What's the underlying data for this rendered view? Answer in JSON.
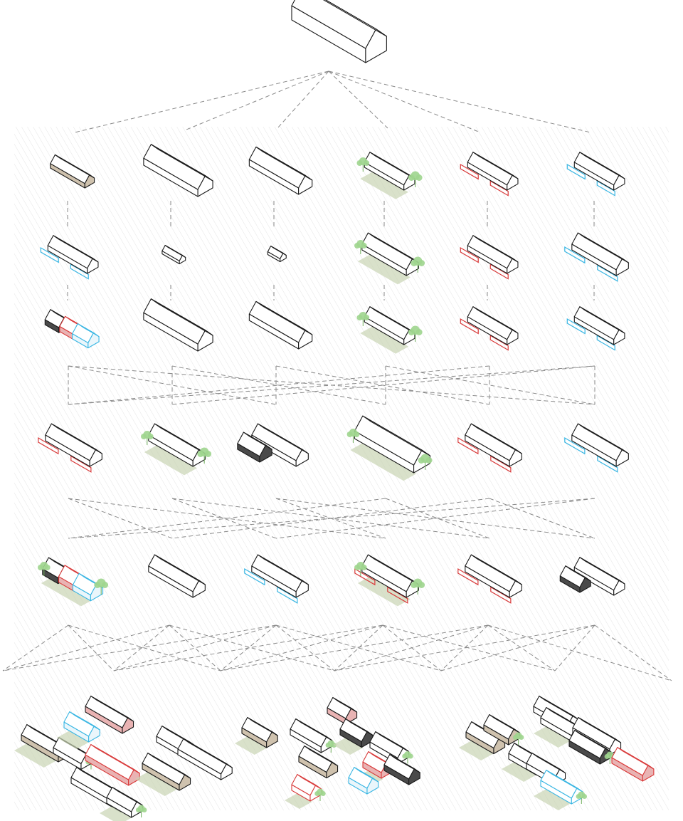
{
  "diagram": {
    "kind": "isometric-typology-tree",
    "root": {
      "icon": "barn-longhouse-icon"
    },
    "colors": {
      "outline": "#1a1a1a",
      "dash": "#8a8a8a",
      "hatch": "#e2e2e2",
      "timber": "#cfc2ae",
      "red": "#d93a3a",
      "red_fill": "#e9b3b3",
      "cyan": "#39b6e3",
      "green": "#9fd58e",
      "plot": "#c9d4b3",
      "dark": "#4a4a4a"
    },
    "rows": [
      {
        "name": "variants-row-1",
        "items": [
          {
            "icon": "timber-barn-icon",
            "tone": "timber",
            "size": 0.7
          },
          {
            "icon": "long-barn-icon",
            "tone": "white",
            "size": 1.1
          },
          {
            "icon": "wide-barn-icon",
            "tone": "white",
            "size": 1.0
          },
          {
            "icon": "barn-with-trees-icon",
            "tone": "white",
            "size": 0.8,
            "trees": true
          },
          {
            "icon": "barn-red-wings-icon",
            "tone": "red",
            "size": 0.8
          },
          {
            "icon": "barn-cyan-wings-icon",
            "tone": "cyan",
            "size": 0.8
          }
        ]
      },
      {
        "name": "variants-row-2",
        "items": [
          {
            "icon": "greenhouse-icon",
            "tone": "cyan",
            "size": 0.8
          },
          {
            "icon": "small-barn-icon",
            "tone": "white",
            "size": 0.35
          },
          {
            "icon": "tiny-barn-icon",
            "tone": "white",
            "size": 0.25
          },
          {
            "icon": "barn-orchard-icon",
            "tone": "white",
            "size": 0.9,
            "trees": true
          },
          {
            "icon": "barn-red-wings-icon",
            "tone": "red",
            "size": 0.8
          },
          {
            "icon": "barn-cyan-wings-icon",
            "tone": "cyan",
            "size": 0.9
          }
        ]
      },
      {
        "name": "variants-row-3",
        "items": [
          {
            "icon": "mixed-barn-icon",
            "tone": "mixed",
            "size": 0.8
          },
          {
            "icon": "barn-extension-icon",
            "tone": "white",
            "size": 1.1
          },
          {
            "icon": "wide-barn-extension-icon",
            "tone": "white",
            "size": 1.0
          },
          {
            "icon": "barn-garden-icon",
            "tone": "white",
            "size": 0.8,
            "trees": true
          },
          {
            "icon": "barn-red-wings-icon",
            "tone": "red",
            "size": 0.8
          },
          {
            "icon": "barn-cyan-wings-icon",
            "tone": "cyan",
            "size": 0.8
          }
        ]
      },
      {
        "name": "combinations-row-1",
        "items": [
          {
            "icon": "red-barn-cluster-icon",
            "tone": "red",
            "size": 0.9
          },
          {
            "icon": "barn-farmstead-icon",
            "tone": "white",
            "size": 0.9,
            "trees": true
          },
          {
            "icon": "dark-barn-cluster-icon",
            "tone": "dark",
            "size": 0.9
          },
          {
            "icon": "large-farmstead-icon",
            "tone": "white",
            "size": 1.2,
            "trees": true
          },
          {
            "icon": "red-cyan-cluster-icon",
            "tone": "red",
            "size": 0.9
          },
          {
            "icon": "red-cyan-cluster-icon",
            "tone": "cyan",
            "size": 0.9
          }
        ]
      },
      {
        "name": "combinations-row-2",
        "items": [
          {
            "icon": "mixed-farmstead-icon",
            "tone": "mixed",
            "size": 0.9,
            "trees": true
          },
          {
            "icon": "barn-group-icon",
            "tone": "white",
            "size": 0.9
          },
          {
            "icon": "cyan-barn-group-icon",
            "tone": "cyan",
            "size": 0.9
          },
          {
            "icon": "red-barn-group-icon",
            "tone": "red",
            "size": 0.9,
            "trees": true
          },
          {
            "icon": "red-barn-group-icon",
            "tone": "red",
            "size": 0.9
          },
          {
            "icon": "dark-barn-group-icon",
            "tone": "dark",
            "size": 0.8
          }
        ]
      }
    ],
    "settlements": [
      {
        "icon": "settlement-left-icon",
        "name": "settlement-left"
      },
      {
        "icon": "settlement-center-icon",
        "name": "settlement-center"
      },
      {
        "icon": "settlement-right-icon",
        "name": "settlement-right"
      }
    ]
  }
}
